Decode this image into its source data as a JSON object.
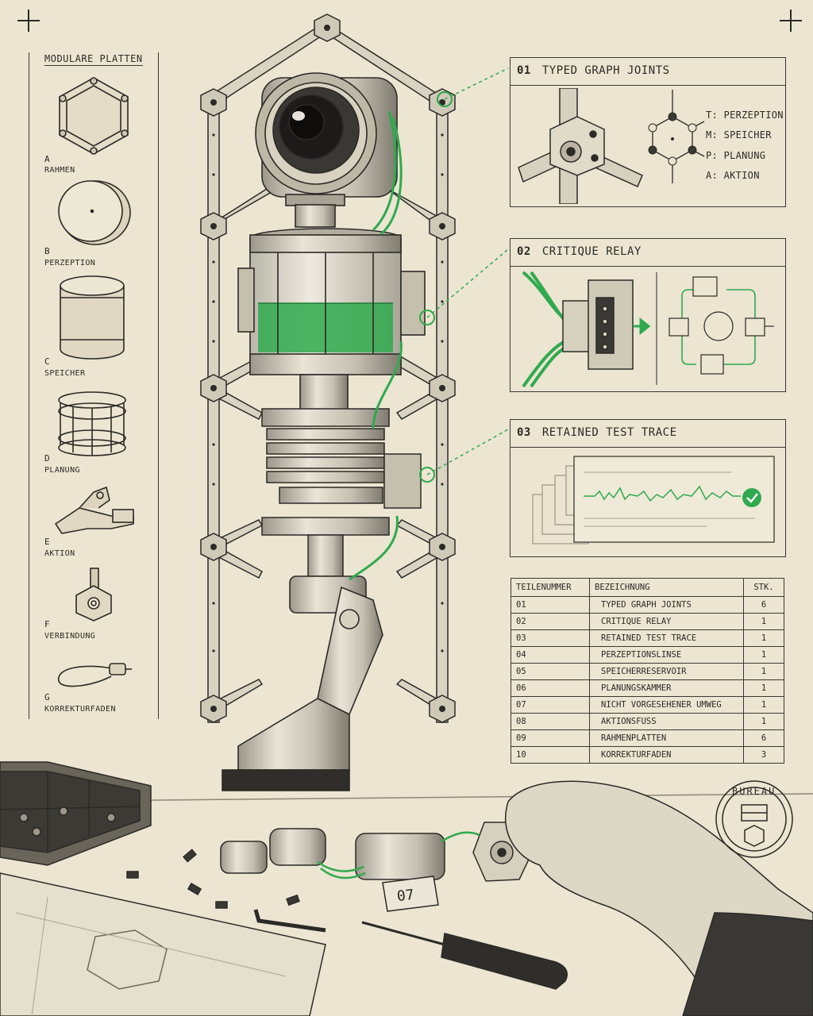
{
  "accent_color": "#2faa4e",
  "ink_color": "#2b2a26",
  "paper_color": "#ece5d2",
  "sidebar": {
    "title": "MODULARE PLATTEN",
    "parts": [
      {
        "letter": "A",
        "name": "RAHMEN",
        "icon": "hexagon-frame-icon"
      },
      {
        "letter": "B",
        "name": "PERZEPTION",
        "icon": "ring-lens-icon"
      },
      {
        "letter": "C",
        "name": "SPEICHER",
        "icon": "cylinder-icon"
      },
      {
        "letter": "D",
        "name": "PLANUNG",
        "icon": "cage-icon"
      },
      {
        "letter": "E",
        "name": "AKTION",
        "icon": "bracket-icon"
      },
      {
        "letter": "F",
        "name": "VERBINDUNG",
        "icon": "joint-node-icon"
      },
      {
        "letter": "G",
        "name": "KORREKTURFADEN",
        "icon": "cable-icon"
      }
    ]
  },
  "callouts": [
    {
      "number": "01",
      "title": "TYPED GRAPH JOINTS",
      "labels": [
        "T: PERZEPTION",
        "M: SPEICHER",
        "P: PLANUNG",
        "A: AKTION"
      ]
    },
    {
      "number": "02",
      "title": "CRITIQUE RELAY"
    },
    {
      "number": "03",
      "title": "RETAINED TEST TRACE"
    }
  ],
  "bom": {
    "headers": {
      "part": "TEILENUMMER",
      "name": "BEZEICHNUNG",
      "qty": "STK."
    },
    "rows": [
      {
        "part": "01",
        "name": "TYPED GRAPH JOINTS",
        "qty": "6"
      },
      {
        "part": "02",
        "name": "CRITIQUE RELAY",
        "qty": "1"
      },
      {
        "part": "03",
        "name": "RETAINED TEST TRACE",
        "qty": "1"
      },
      {
        "part": "04",
        "name": "PERZEPTIONSLINSE",
        "qty": "1"
      },
      {
        "part": "05",
        "name": "SPEICHERRESERVOIR",
        "qty": "1"
      },
      {
        "part": "06",
        "name": "PLANUNGSKAMMER",
        "qty": "1"
      },
      {
        "part": "07",
        "name": "NICHT VORGESEHENER UMWEG",
        "qty": "1"
      },
      {
        "part": "08",
        "name": "AKTIONSFUSS",
        "qty": "1"
      },
      {
        "part": "09",
        "name": "RAHMENPLATTEN",
        "qty": "6"
      },
      {
        "part": "10",
        "name": "KORREKTURFADEN",
        "qty": "3"
      }
    ]
  },
  "stamp": {
    "text": "BUREAU"
  },
  "tag": {
    "text": "07"
  }
}
